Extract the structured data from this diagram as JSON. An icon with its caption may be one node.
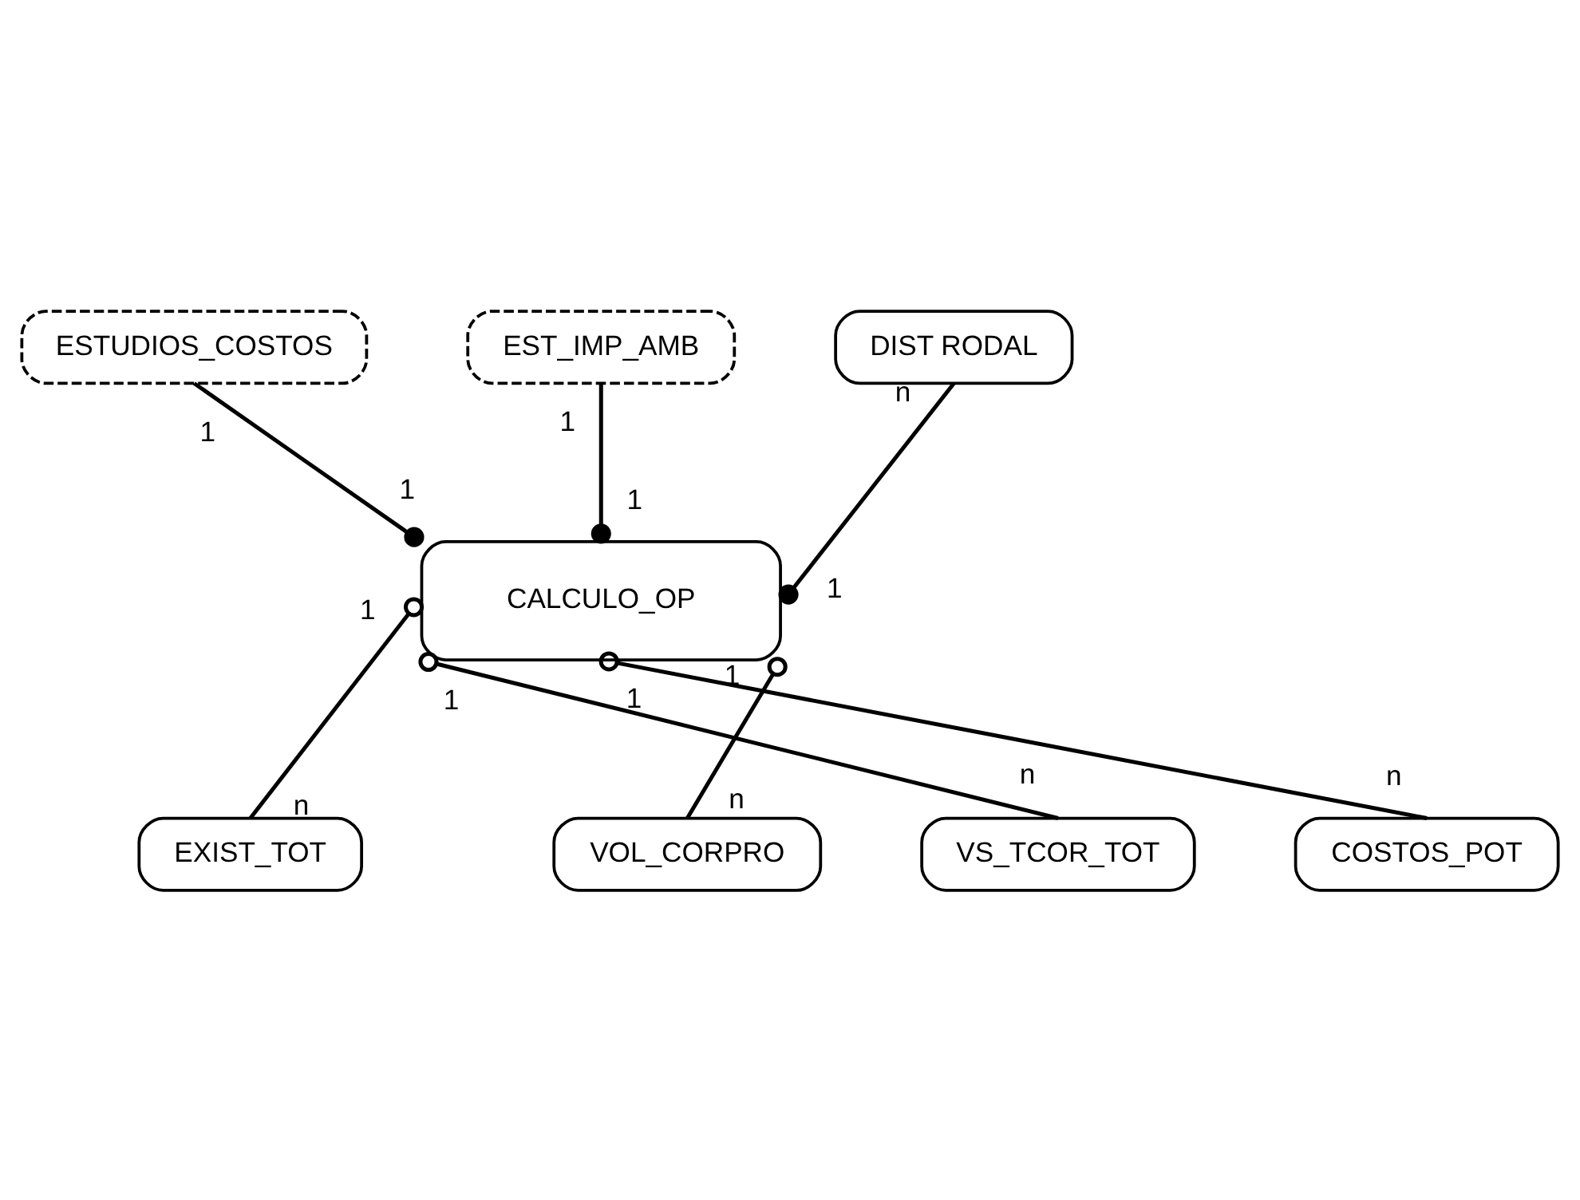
{
  "diagram": {
    "nodes": [
      {
        "text": [
          "EST_IMP_AMB"
        ]
      },
      {
        "text": [
          "ESTUDIOS_COSTOS"
        ]
      },
      {
        "text": [
          "DIST RODAL"
        ]
      },
      {
        "text": [
          "CALCULO_OP"
        ]
      },
      {
        "text": [
          "EXIST_TOT"
        ]
      },
      {
        "text": [
          "VOL_CORPRO"
        ]
      },
      {
        "text": [
          "VS_TCOR_TOT"
        ]
      },
      {
        "text": [
          "COSTOS_POT"
        ]
      }
    ],
    "edges": [
      {
        "from": 0,
        "to": 3,
        "arrow": "other"
      },
      {
        "from": 1,
        "to": 3,
        "arrow": "other"
      },
      {
        "from": 2,
        "to": 3,
        "arrow": "other"
      },
      {
        "from": 4,
        "to": 3,
        "arrow": "other"
      },
      {
        "from": 5,
        "to": 3,
        "arrow": "other"
      },
      {
        "from": 6,
        "to": 3,
        "arrow": "other"
      },
      {
        "from": 7,
        "to": 3,
        "arrow": "other"
      }
    ],
    "labels": [
      "1",
      "n",
      "1",
      "1",
      "1",
      "1",
      "1",
      "1",
      "n",
      "1",
      "1",
      "n",
      "n",
      "n"
    ]
  }
}
